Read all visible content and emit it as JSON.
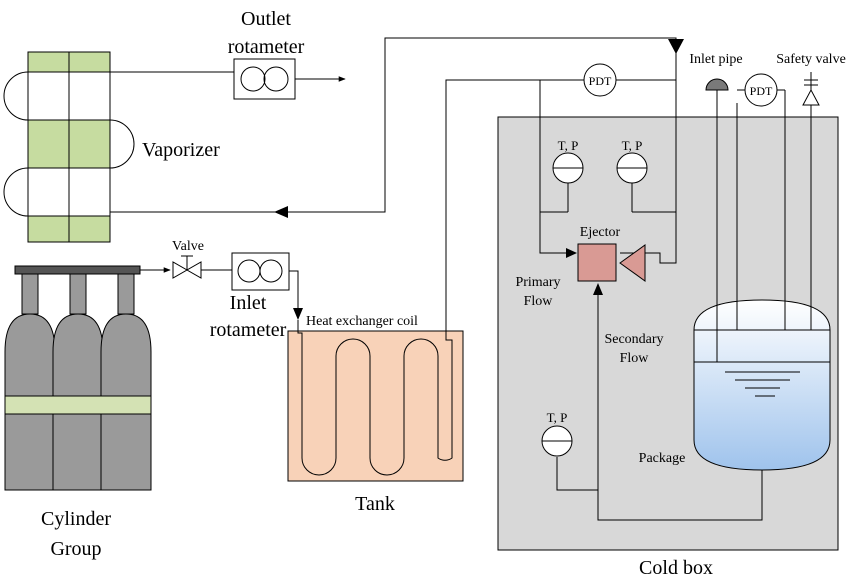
{
  "colors": {
    "line": "#000000",
    "vaporizer_fill": "#c6dca0",
    "tank_fill": "#f8d2b8",
    "cold_box_fill": "#d8d8d8",
    "cylinder_fill": "#9a9a9a",
    "cylinder_band": "#d4e2b4",
    "ejector_fill": "#d99a94",
    "package_top": "#ffffff",
    "package_bottom": "#9fc3ec",
    "outlet_cap_fill": "#7a7a7a"
  },
  "labels": {
    "outlet_rotameter": [
      "Outlet",
      "rotameter"
    ],
    "vaporizer": "Vaporizer",
    "valve": "Valve",
    "inlet_rotameter": [
      "Inlet",
      "rotameter"
    ],
    "cylinder_group": [
      "Cylinder",
      "Group"
    ],
    "heat_exchanger_coil": "Heat exchanger coil",
    "tank": "Tank",
    "pdt_1": "PDT",
    "pdt_2": "PDT",
    "inlet_pipe": "Inlet pipe",
    "safety_valve": "Safety valve",
    "tp_1": "T, P",
    "tp_2": "T, P",
    "tp_3": "T, P",
    "ejector": "Ejector",
    "primary_flow": [
      "Primary",
      "Flow"
    ],
    "secondary_flow": [
      "Secondary",
      "Flow"
    ],
    "package": "Package",
    "cold_box": "Cold box"
  },
  "icons": {
    "rotameter": "double-circle-rotameter-icon",
    "valve": "bowtie-valve-icon",
    "gauge": "tp-gauge-icon",
    "safety_valve": "safety-valve-icon",
    "pressure_transmitter": "pdt-circle-icon",
    "ejector": "ejector-nozzle-icon"
  }
}
